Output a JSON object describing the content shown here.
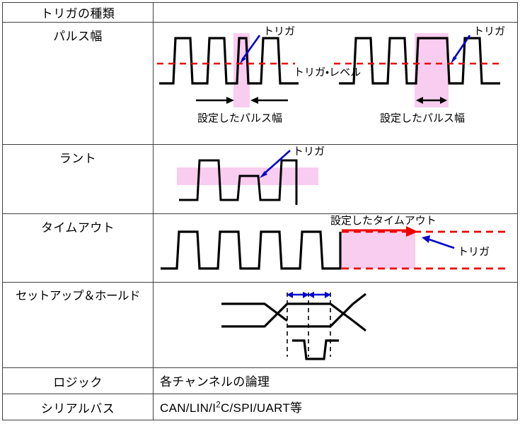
{
  "table": {
    "header": {
      "label": "トリガの種類",
      "value": ""
    },
    "rows": [
      {
        "id": "pulse-width",
        "label": "パルス幅",
        "figure": {
          "kind": "waveform-pair",
          "left": {
            "trigger_label": "トリガ",
            "level_label": "トリガ・レベル",
            "caption": "設定したパルス幅",
            "note": "narrow pulse highlighted"
          },
          "right": {
            "trigger_label": "トリガ",
            "caption": "設定したパルス幅",
            "note": "wide pulse highlighted"
          }
        }
      },
      {
        "id": "runt",
        "label": "ラント",
        "figure": {
          "kind": "runt-waveform",
          "trigger_label": "トリガ"
        }
      },
      {
        "id": "timeout",
        "label": "タイムアウト",
        "figure": {
          "kind": "timeout-waveform",
          "timeout_label": "設定したタイムアウト",
          "trigger_label": "トリガ"
        }
      },
      {
        "id": "setup-hold",
        "label": "セットアップ＆ホールド",
        "figure": {
          "kind": "setup-hold-eye"
        }
      },
      {
        "id": "logic",
        "label": "ロジック",
        "value": "各チャンネルの論理"
      },
      {
        "id": "serial-bus",
        "label": "シリアルバス",
        "value_prefix": "CAN/LIN/I",
        "value_sup": "2",
        "value_suffix": "C/SPI/UART等"
      }
    ]
  },
  "colors": {
    "border": "#404040",
    "waveform": "#000000",
    "trigger_level_red": "#ee0000",
    "highlight_pink": "#f9cdf0",
    "arrow_blue": "#0000cc",
    "background": "#ffffff"
  }
}
